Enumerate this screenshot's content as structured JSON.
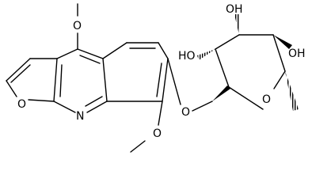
{
  "diagram": {
    "type": "chemical-structure",
    "colors": {
      "bond": "#000000",
      "background": "#ffffff"
    },
    "atom_labels": {
      "o_methoxy_top": "O",
      "o_furan": "O",
      "n_ring": "N",
      "o_methoxy_bottom": "O",
      "o_glycosidic": "O",
      "o_ring_sugar": "O",
      "oh_left": "HO",
      "oh_middle": "OH",
      "oh_right": "OH"
    }
  }
}
